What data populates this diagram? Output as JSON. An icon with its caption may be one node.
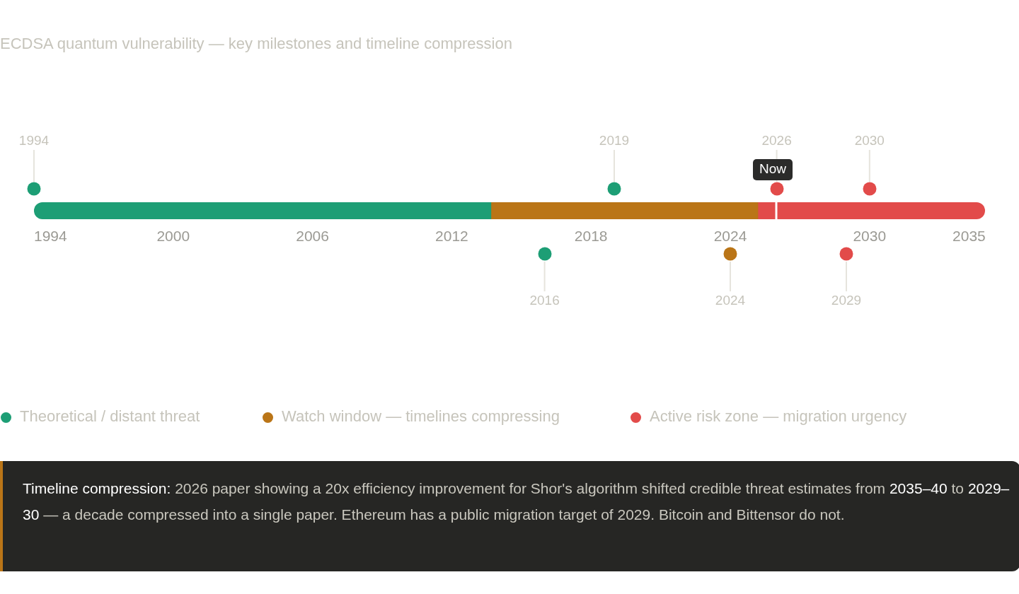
{
  "diagram": {
    "title": "ECDSA quantum vulnerability — key milestones and timeline compression",
    "nodes": [
      {
        "text": [],
        "shape": "circle",
        "beside": [
          "1994"
        ]
      },
      {
        "text": [],
        "shape": "circle",
        "beside": [
          "2019"
        ]
      },
      {
        "text": [],
        "shape": "circle"
      },
      {
        "text": [
          "Now"
        ]
      },
      {
        "text": [],
        "shape": "circle",
        "beside": [
          "2030"
        ]
      },
      {
        "text": [],
        "shape": "circle",
        "beside": [
          "2016"
        ]
      },
      {
        "text": [],
        "shape": "circle",
        "beside": [
          "2024"
        ]
      },
      {
        "text": [],
        "shape": "circle",
        "beside": [
          "2029"
        ]
      },
      {
        "text": [
          "**Timeline compression:** 2026 paper showing a 20x efficiency improvement for Shor's algorithm shifted credible threat estimates from **2035–40** to **2029–30** — a decade compressed into a single paper. Ethereum has a public migration target of 2029. Bitcoin and Bittensor do not."
        ]
      }
    ],
    "edges": [],
    "labels": [
      "2026",
      "1994",
      "2000",
      "2006",
      "2012",
      "2018",
      "2024",
      "2030",
      "2035"
    ],
    "legend": [
      {
        "text": "Theoretical / distant threat",
        "color": "#1d9e75"
      },
      {
        "text": "Watch window — timelines compressing",
        "color": "#ba7517"
      },
      {
        "text": "Active risk zone — migration urgency",
        "color": "#e24b4a"
      }
    ]
  }
}
